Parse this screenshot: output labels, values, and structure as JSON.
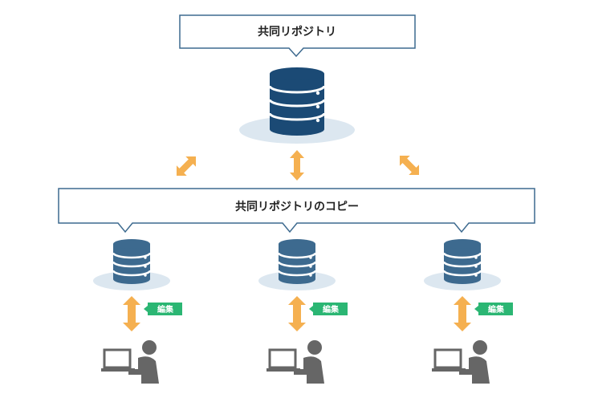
{
  "diagram": {
    "shared_repository_label": "共同リポジトリ",
    "copy_label": "共同リポジトリのコピー",
    "edit_tags": [
      "編集",
      "編集",
      "編集"
    ]
  },
  "colors": {
    "main_db": "#1b4a75",
    "copy_db": "#3d6a8f",
    "shadow": "#dce7f0",
    "arrow": "#f5b050",
    "tag": "#2bb673",
    "person": "#666666",
    "box_border": "#3d6a8f"
  },
  "icons": {
    "main": "database-icon",
    "copies": "database-icon",
    "sync_arrows": "double-arrow-icon",
    "users": "person-at-computer-icon"
  }
}
